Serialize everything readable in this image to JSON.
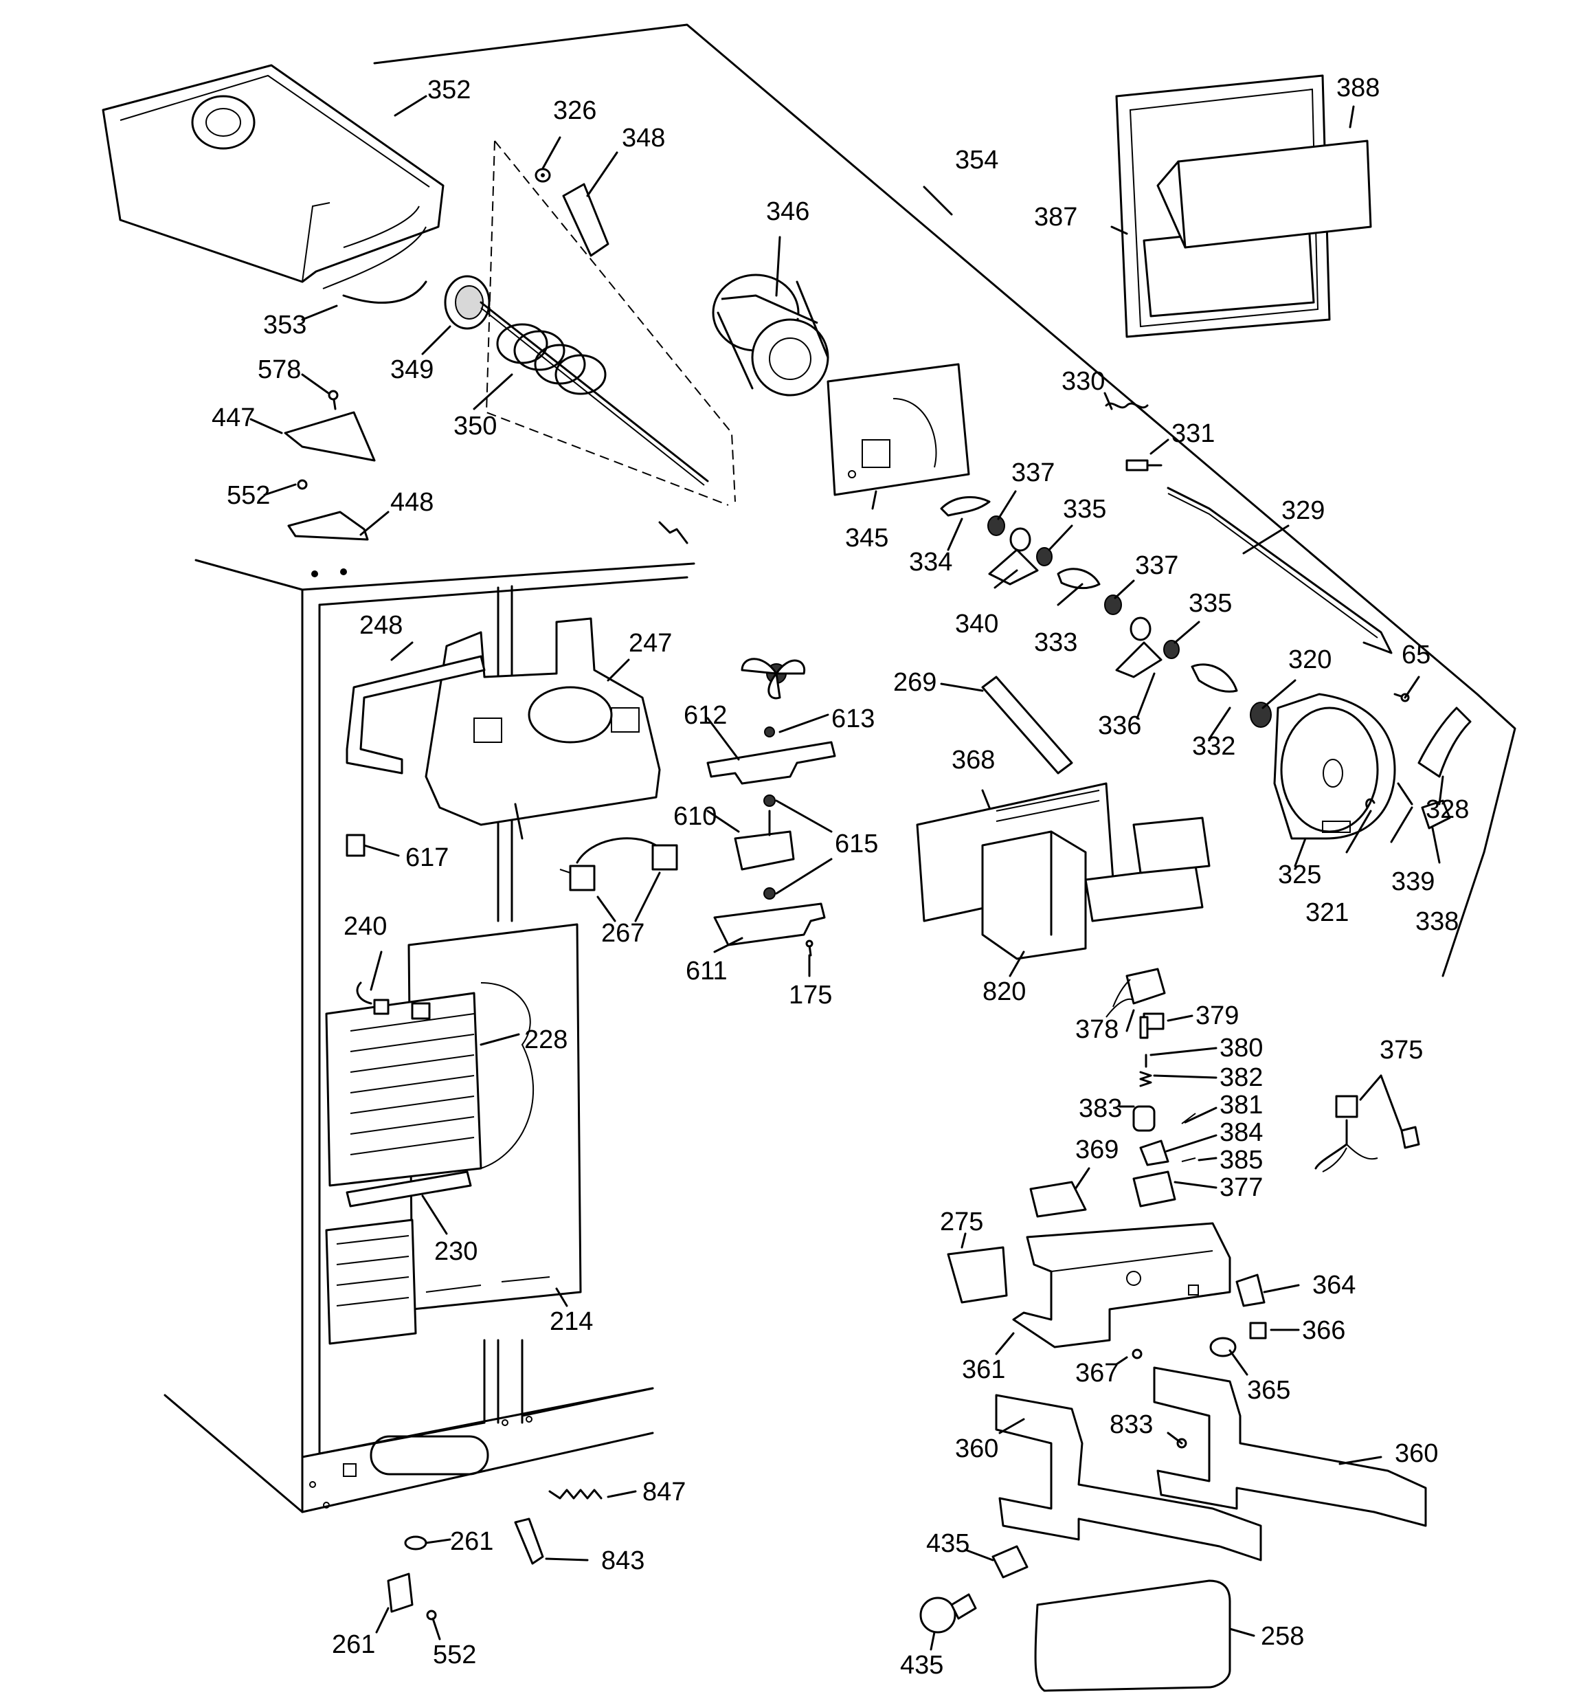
{
  "callouts": [
    {
      "id": "352",
      "text": "352"
    },
    {
      "id": "326",
      "text": "326"
    },
    {
      "id": "348",
      "text": "348"
    },
    {
      "id": "354",
      "text": "354"
    },
    {
      "id": "346",
      "text": "346"
    },
    {
      "id": "388",
      "text": "388"
    },
    {
      "id": "387",
      "text": "387"
    },
    {
      "id": "353",
      "text": "353"
    },
    {
      "id": "349",
      "text": "349"
    },
    {
      "id": "350",
      "text": "350"
    },
    {
      "id": "578",
      "text": "578"
    },
    {
      "id": "447",
      "text": "447"
    },
    {
      "id": "552a",
      "text": "552"
    },
    {
      "id": "448",
      "text": "448"
    },
    {
      "id": "345",
      "text": "345"
    },
    {
      "id": "330",
      "text": "330"
    },
    {
      "id": "331",
      "text": "331"
    },
    {
      "id": "337a",
      "text": "337"
    },
    {
      "id": "335a",
      "text": "335"
    },
    {
      "id": "334",
      "text": "334"
    },
    {
      "id": "329",
      "text": "329"
    },
    {
      "id": "337b",
      "text": "337"
    },
    {
      "id": "340",
      "text": "340"
    },
    {
      "id": "333",
      "text": "333"
    },
    {
      "id": "335b",
      "text": "335"
    },
    {
      "id": "320",
      "text": "320"
    },
    {
      "id": "65",
      "text": "65"
    },
    {
      "id": "248",
      "text": "248"
    },
    {
      "id": "247",
      "text": "247"
    },
    {
      "id": "269",
      "text": "269"
    },
    {
      "id": "612",
      "text": "612"
    },
    {
      "id": "613",
      "text": "613"
    },
    {
      "id": "336",
      "text": "336"
    },
    {
      "id": "332",
      "text": "332"
    },
    {
      "id": "368",
      "text": "368"
    },
    {
      "id": "328",
      "text": "328"
    },
    {
      "id": "610",
      "text": "610"
    },
    {
      "id": "615",
      "text": "615"
    },
    {
      "id": "617",
      "text": "617"
    },
    {
      "id": "325",
      "text": "325"
    },
    {
      "id": "339",
      "text": "339"
    },
    {
      "id": "321",
      "text": "321"
    },
    {
      "id": "338",
      "text": "338"
    },
    {
      "id": "240",
      "text": "240"
    },
    {
      "id": "267",
      "text": "267"
    },
    {
      "id": "611",
      "text": "611"
    },
    {
      "id": "175",
      "text": "175"
    },
    {
      "id": "820",
      "text": "820"
    },
    {
      "id": "228",
      "text": "228"
    },
    {
      "id": "378",
      "text": "378"
    },
    {
      "id": "379",
      "text": "379"
    },
    {
      "id": "375",
      "text": "375"
    },
    {
      "id": "380",
      "text": "380"
    },
    {
      "id": "382",
      "text": "382"
    },
    {
      "id": "383",
      "text": "383"
    },
    {
      "id": "381",
      "text": "381"
    },
    {
      "id": "384",
      "text": "384"
    },
    {
      "id": "369",
      "text": "369"
    },
    {
      "id": "385",
      "text": "385"
    },
    {
      "id": "377",
      "text": "377"
    },
    {
      "id": "230",
      "text": "230"
    },
    {
      "id": "275",
      "text": "275"
    },
    {
      "id": "364",
      "text": "364"
    },
    {
      "id": "214",
      "text": "214"
    },
    {
      "id": "366",
      "text": "366"
    },
    {
      "id": "361",
      "text": "361"
    },
    {
      "id": "367",
      "text": "367"
    },
    {
      "id": "365",
      "text": "365"
    },
    {
      "id": "833",
      "text": "833"
    },
    {
      "id": "360a",
      "text": "360"
    },
    {
      "id": "360b",
      "text": "360"
    },
    {
      "id": "847",
      "text": "847"
    },
    {
      "id": "261a",
      "text": "261"
    },
    {
      "id": "843",
      "text": "843"
    },
    {
      "id": "435a",
      "text": "435"
    },
    {
      "id": "261b",
      "text": "261"
    },
    {
      "id": "552b",
      "text": "552"
    },
    {
      "id": "258",
      "text": "258"
    },
    {
      "id": "435b",
      "text": "435"
    }
  ]
}
